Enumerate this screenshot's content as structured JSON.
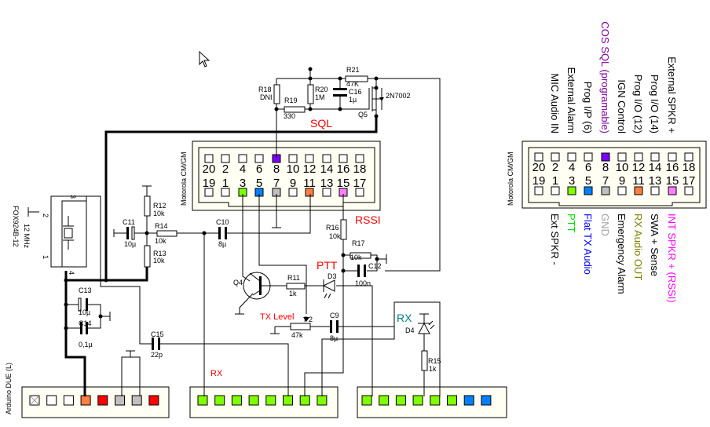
{
  "components": {
    "R21": {
      "ref": "R21",
      "value": "47K"
    },
    "R18": {
      "ref": "R18",
      "value": "DNI"
    },
    "R20": {
      "ref": "R20",
      "value": "1M"
    },
    "C16": {
      "ref": "C16",
      "value": "1µ"
    },
    "R19": {
      "ref": "R19",
      "value": "330"
    },
    "Q5": {
      "ref": "Q5",
      "value": "2N7002"
    },
    "R12": {
      "ref": "R12",
      "value": "10k"
    },
    "R14": {
      "ref": "R14",
      "value": "10k"
    },
    "R13": {
      "ref": "R13",
      "value": "10k"
    },
    "C11": {
      "ref": "C11",
      "value": "10µ"
    },
    "C10": {
      "ref": "C10",
      "value": "8µ"
    },
    "Q4": {
      "ref": "Q4"
    },
    "R11": {
      "ref": "R11",
      "value": "1k"
    },
    "D3": {
      "ref": "D3"
    },
    "R16": {
      "ref": "R16",
      "value": "10k"
    },
    "R17": {
      "ref": "R17",
      "value": "10k"
    },
    "C12": {
      "ref": "C12",
      "value": "100n"
    },
    "P2": {
      "ref": "P2",
      "value": "47k"
    },
    "C9": {
      "ref": "C9",
      "value": "8µ"
    },
    "C15": {
      "ref": "C15",
      "value": "22p"
    },
    "C13": {
      "ref": "C13",
      "value": "10µ"
    },
    "C14": {
      "ref": "C14",
      "value": "0,1µ"
    },
    "D4": {
      "ref": "D4"
    },
    "R15": {
      "ref": "R15",
      "value": "1k"
    },
    "X1": {
      "ref": "FOX924B-12",
      "value": "12 MHz",
      "pins": [
        "1",
        "2",
        "3",
        "4"
      ]
    }
  },
  "net_labels": {
    "sql": "SQL",
    "rssi": "RSSI",
    "ptt": "PTT",
    "tx_level": "TX Level",
    "rx_left": "RX",
    "rx_led": "RX"
  },
  "connector": {
    "name": "Motorola CM/GM",
    "top_row": [
      "20",
      "2",
      "4",
      "6",
      "8",
      "10",
      "12",
      "14",
      "16",
      "18"
    ],
    "bottom_row": [
      "19",
      "1",
      "3",
      "5",
      "7",
      "9",
      "11",
      "13",
      "15",
      "17"
    ],
    "top_colors": [
      null,
      null,
      null,
      null,
      "#7f00ff",
      null,
      null,
      null,
      null,
      null
    ],
    "bottom_colors": [
      null,
      null,
      "#80ff00",
      "#0080ff",
      "#c0c0c0",
      null,
      "#ff8040",
      null,
      "#ff80ff",
      null
    ]
  },
  "pinout_legend": {
    "top": [
      {
        "text": "MIC Audio IN",
        "color": "#000000"
      },
      {
        "text": "External Alarm",
        "color": "#000000"
      },
      {
        "text": "Prog I/P (6)",
        "color": "#000000"
      },
      {
        "text": "COS SQL (programable)",
        "color": "#8000a0"
      },
      {
        "text": "IGN Control",
        "color": "#000000"
      },
      {
        "text": "Prog I/O (12)",
        "color": "#000000"
      },
      {
        "text": "Prog I/O (14)",
        "color": "#000000"
      },
      {
        "text": "External SPKR +",
        "color": "#000000"
      }
    ],
    "bottom": [
      {
        "text": "Ext SPKR -",
        "color": "#000000"
      },
      {
        "text": "PTT",
        "color": "#00e000"
      },
      {
        "text": "Flat TX Audio",
        "color": "#0000ff"
      },
      {
        "text": "GND",
        "color": "#a0a0a0"
      },
      {
        "text": "Emergency Alarm",
        "color": "#000000"
      },
      {
        "text": "RX Audio OUT",
        "color": "#808000"
      },
      {
        "text": "SWA + Sense",
        "color": "#000000"
      },
      {
        "text": "INT SPKR + (RSSI)",
        "color": "#ff00ff"
      }
    ]
  },
  "arduino": {
    "name": "Arduino DUE (L)",
    "header1_colors": [
      "hatched",
      "#ffffff",
      "#ffffff",
      "#ff8040",
      "#ff0000",
      "#c0c0c0",
      "#c0c0c0",
      "#ff0000"
    ],
    "header2_colors": [
      "#80ff00",
      "#80ff00",
      "#80ff00",
      "#80ff00",
      "#80ff00",
      "#80ff00",
      "#80ff00",
      "#80ff00"
    ],
    "header3_colors": [
      "#80ff00",
      "#80ff00",
      "#80ff00",
      "#80ff00",
      "#80ff00",
      "#80ff00",
      "#0080ff",
      "#0080ff"
    ]
  },
  "colors": {
    "net_label": "#ff0000",
    "rx_led_label": "#008080",
    "connector_bg": "#fffff4"
  }
}
